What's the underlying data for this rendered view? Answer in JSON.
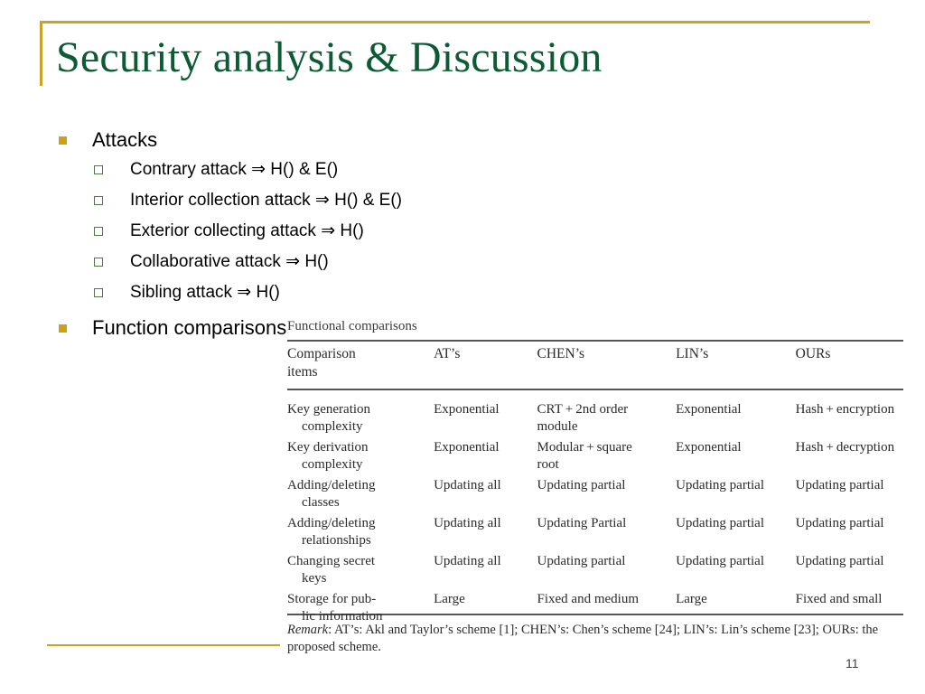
{
  "slide": {
    "title": "Security analysis & Discussion",
    "page_number": "11",
    "accent_gold": "#c9a227",
    "title_green": "#0d5b34",
    "bullet_gold": "#d1a017",
    "bullet_green": "#4a7a42"
  },
  "outline": {
    "attacks_heading": "Attacks",
    "attacks": [
      "Contrary attack  ⇒ H() & E()",
      "Interior collection attack ⇒ H() & E()",
      "Exterior collecting attack ⇒ H()",
      "Collaborative attack ⇒ H()",
      "Sibling attack ⇒ H()"
    ],
    "function_comparisons_heading": "Function comparisons"
  },
  "figure": {
    "caption": "Functional comparisons",
    "columns": [
      "Comparison items",
      "AT’s",
      "CHEN’s",
      "LIN’s",
      "OURs"
    ],
    "header_line1": "Comparison",
    "header_line2": "items",
    "rows": [
      {
        "item_l1": "Key generation",
        "item_l2": "complexity",
        "ats": "Exponential",
        "chens_l1": "CRT + 2nd order",
        "chens_l2": "module",
        "lins": "Exponential",
        "ours": "Hash + encryption"
      },
      {
        "item_l1": "Key derivation",
        "item_l2": "complexity",
        "ats": "Exponential",
        "chens_l1": "Modular + square",
        "chens_l2": "root",
        "lins": "Exponential",
        "ours": "Hash + decryption"
      },
      {
        "item_l1": "Adding/deleting",
        "item_l2": "classes",
        "ats": "Updating all",
        "chens_l1": "Updating partial",
        "chens_l2": "",
        "lins": "Updating partial",
        "ours": "Updating partial"
      },
      {
        "item_l1": "Adding/deleting",
        "item_l2": "relationships",
        "ats": "Updating all",
        "chens_l1": "Updating Partial",
        "chens_l2": "",
        "lins": "Updating partial",
        "ours": "Updating partial"
      },
      {
        "item_l1": "Changing secret",
        "item_l2": "keys",
        "ats": "Updating all",
        "chens_l1": "Updating partial",
        "chens_l2": "",
        "lins": "Updating partial",
        "ours": "Updating partial"
      },
      {
        "item_l1": "Storage for pub-",
        "item_l2": "lic information",
        "ats": "Large",
        "chens_l1": "Fixed and medium",
        "chens_l2": "",
        "lins": "Large",
        "ours": "Fixed and small"
      }
    ],
    "remark_label": "Remark",
    "remark_text": ": AT’s: Akl and Taylor’s scheme [1]; CHEN’s: Chen’s scheme [24]; LIN’s: Lin’s scheme [23]; OURs: the proposed scheme."
  }
}
